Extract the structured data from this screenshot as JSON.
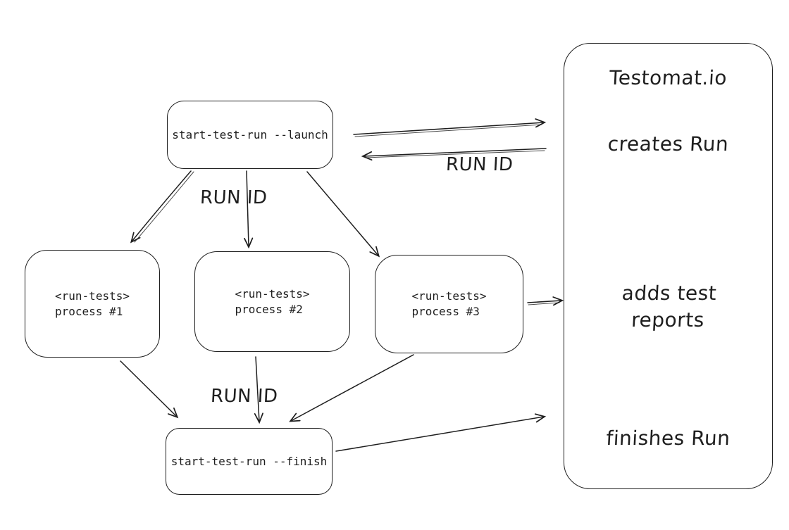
{
  "diagram": {
    "background": "#ffffff",
    "stroke_color": "#1e1e1e",
    "nodes": {
      "launch": {
        "label": "start-test-run --launch"
      },
      "process1": {
        "lines": [
          "<run-tests>",
          "process #1"
        ]
      },
      "process2": {
        "lines": [
          "<run-tests>",
          "process #2"
        ]
      },
      "process3": {
        "lines": [
          "<run-tests>",
          "process #3"
        ]
      },
      "finish": {
        "label": "start-test-run --finish"
      },
      "testomat": {
        "title": "Testomat.io",
        "steps": [
          "creates Run",
          "adds test reports",
          "finishes Run"
        ]
      }
    },
    "edge_labels": {
      "run_id_top": "RUN ID",
      "run_id_middle": "RUN ID",
      "run_id_bottom": "RUN ID"
    }
  }
}
